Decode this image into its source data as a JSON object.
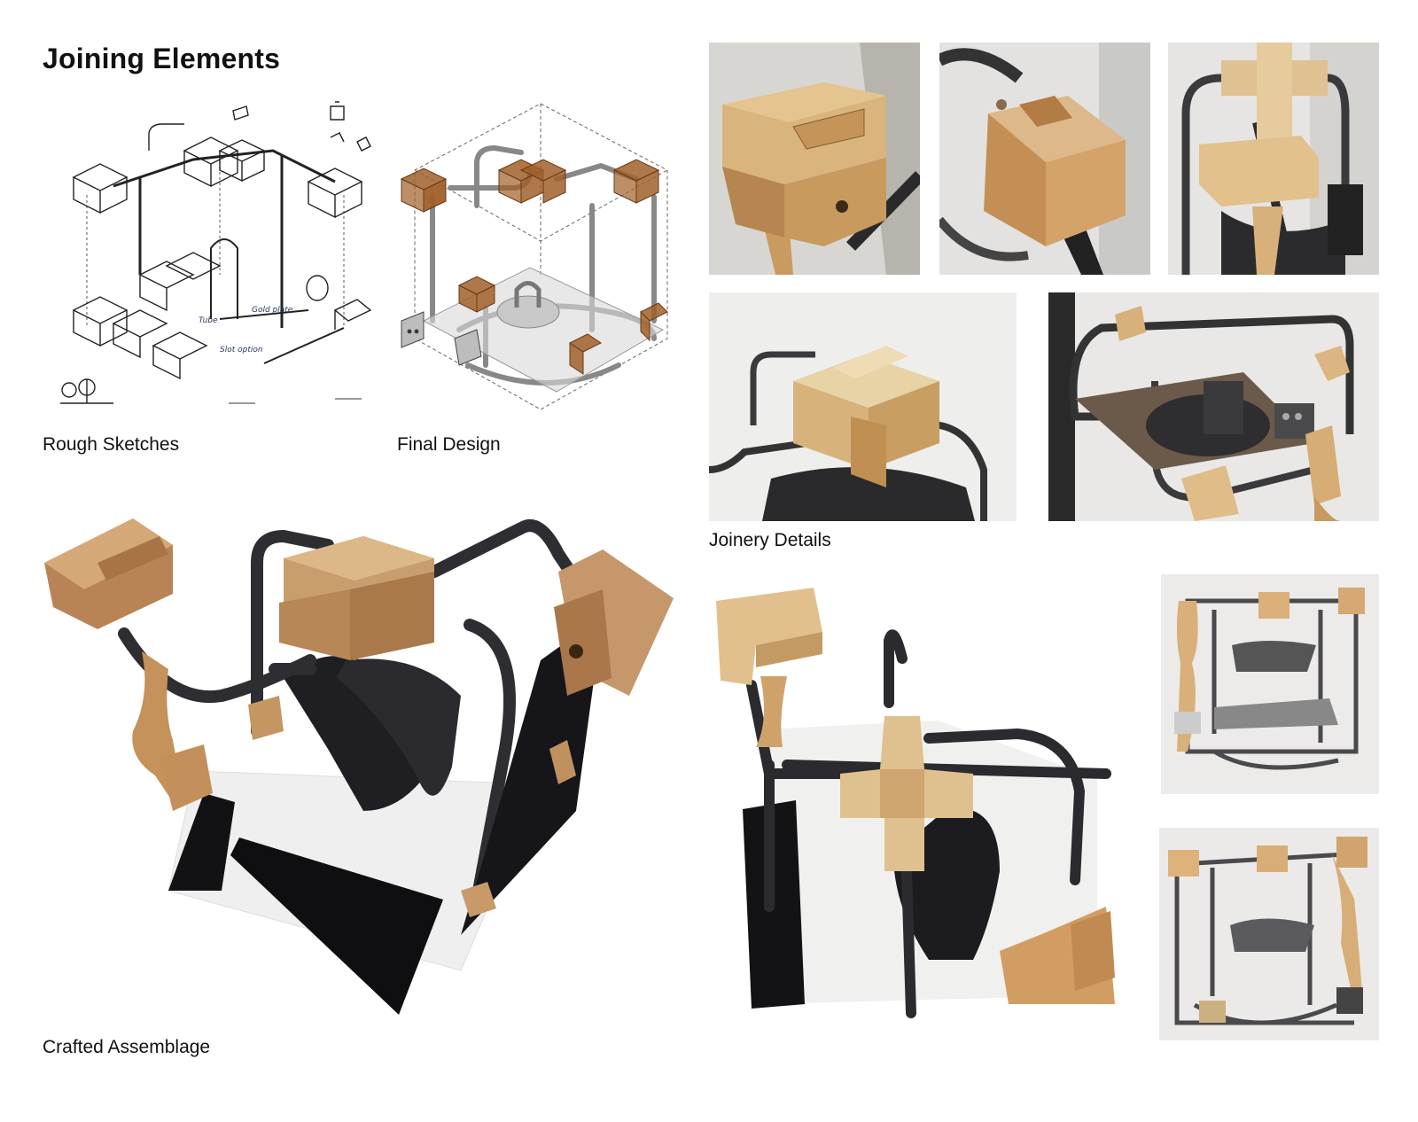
{
  "page": {
    "title": "Joining Elements"
  },
  "captions": {
    "rough_sketches": "Rough Sketches",
    "final_design": "Final Design",
    "joinery_details": "Joinery Details",
    "crafted_assemblage": "Crafted Assemblage"
  },
  "sketch_notes": {
    "note1": "Tube",
    "note2": "Gold plate",
    "note3": "Slot option"
  },
  "colors": {
    "wood": "#c9a06a",
    "wood_dark": "#a87a48",
    "steel": "#3a3a3c",
    "sheet": "#1e1e22",
    "final_wood": "#a0602a"
  }
}
